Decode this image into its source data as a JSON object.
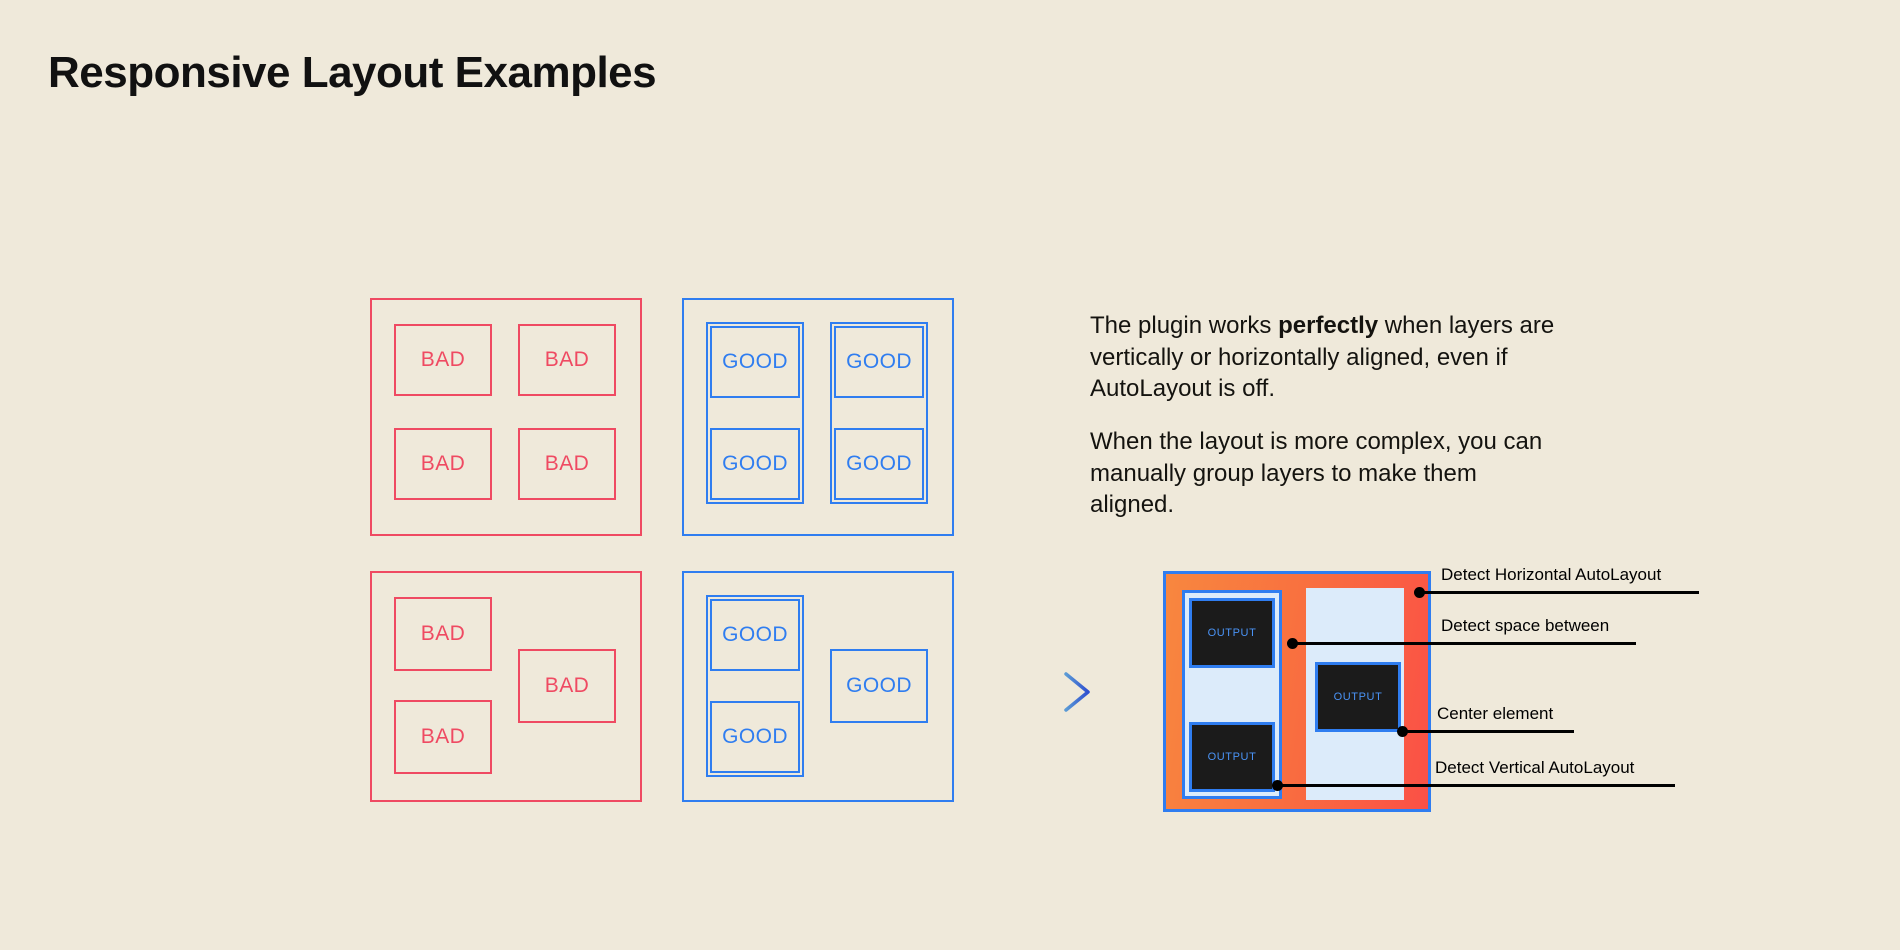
{
  "page": {
    "title": "Responsive Layout Examples",
    "background_color": "#efe9da",
    "bad_color": "#ef4a62",
    "good_color": "#2f7df0",
    "text_color": "#14130f"
  },
  "examples": {
    "bad_grid": {
      "variant": "bad",
      "cells": [
        {
          "label": "BAD"
        },
        {
          "label": "BAD"
        },
        {
          "label": "BAD"
        },
        {
          "label": "BAD"
        }
      ]
    },
    "good_grid": {
      "variant": "good",
      "cells": [
        {
          "label": "GOOD"
        },
        {
          "label": "GOOD"
        },
        {
          "label": "GOOD"
        },
        {
          "label": "GOOD"
        }
      ]
    },
    "bad_complex": {
      "variant": "bad",
      "cells": [
        {
          "label": "BAD"
        },
        {
          "label": "BAD"
        },
        {
          "label": "BAD"
        }
      ]
    },
    "good_complex": {
      "variant": "good",
      "cells": [
        {
          "label": "GOOD"
        },
        {
          "label": "GOOD"
        },
        {
          "label": "GOOD"
        }
      ]
    }
  },
  "copy": {
    "p1_before": "The plugin works ",
    "p1_bold": "perfectly",
    "p1_after": " when layers are vertically or horizontally aligned, even if AutoLayout is off.",
    "p2": "When the layout is more complex, you can manually group layers to make them aligned."
  },
  "mock": {
    "outputs": [
      {
        "label": "OUTPUT"
      },
      {
        "label": "OUTPUT"
      },
      {
        "label": "OUTPUT"
      }
    ],
    "gradient_from": "#f8873f",
    "gradient_to": "#fa5046",
    "panel_color": "#dcebfa",
    "output_bg": "#1b1b1b",
    "output_text_color": "#4a93f5"
  },
  "annotations": [
    {
      "label": "Detect Horizontal AutoLayout"
    },
    {
      "label": "Detect space between"
    },
    {
      "label": "Center element"
    },
    {
      "label": "Detect Vertical AutoLayout"
    }
  ]
}
